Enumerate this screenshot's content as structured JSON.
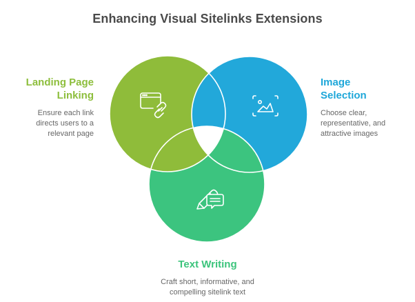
{
  "title": "Enhancing Visual Sitelinks Extensions",
  "colors": {
    "landing": "#8FBC3A",
    "image": "#22A8DA",
    "text": "#3CC47F",
    "title": "#4A4A4A",
    "description": "#666666"
  },
  "sets": [
    {
      "id": "landing",
      "heading": "Landing Page Linking",
      "heading_lines": [
        "Landing Page",
        "Linking"
      ],
      "description_lines": [
        "Ensure each link",
        "directs users to a",
        "relevant page"
      ],
      "icon": "browser-link-icon",
      "color": "#8FBC3A"
    },
    {
      "id": "image",
      "heading": "Image Selection",
      "heading_lines": [
        "Image",
        "Selection"
      ],
      "description_lines": [
        "Choose clear,",
        "representative, and",
        "attractive images"
      ],
      "icon": "image-frame-icon",
      "color": "#22A8DA"
    },
    {
      "id": "text",
      "heading": "Text Writing",
      "heading_lines": [
        "Text Writing"
      ],
      "description_lines": [
        "Craft short, informative, and",
        "compelling sitelink text"
      ],
      "icon": "pencil-chat-icon",
      "color": "#3CC47F"
    }
  ]
}
